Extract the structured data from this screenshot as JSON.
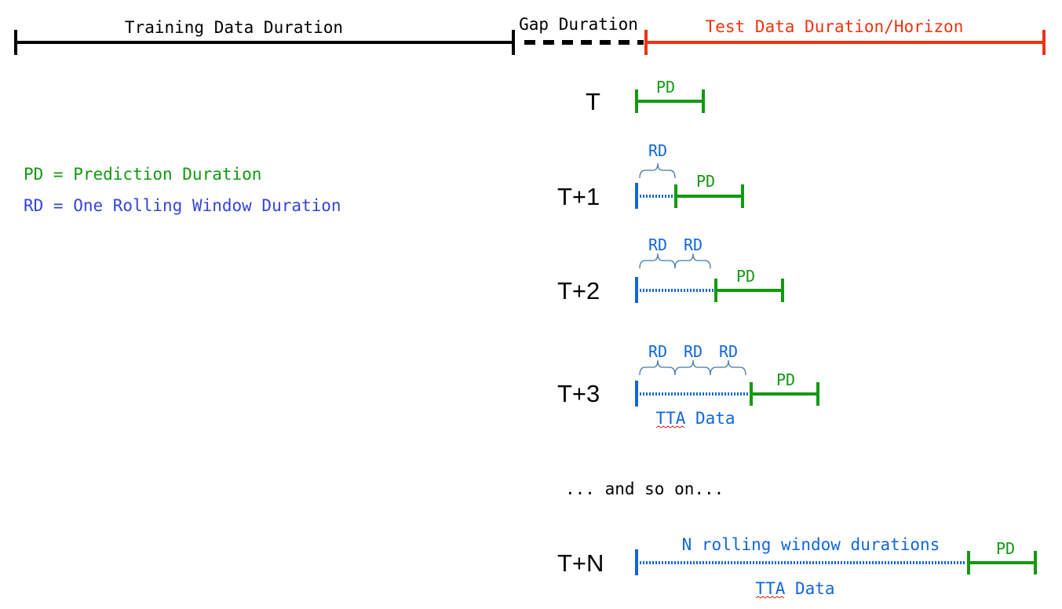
{
  "colors": {
    "black": "#000000",
    "red": "#ee3311",
    "green": "#119911",
    "blue": "#1166dd",
    "legend_blue": "#3344dd",
    "squiggle": "#dd2222"
  },
  "header": {
    "training_label": "Training Data Duration",
    "gap_label": "Gap Duration",
    "test_label": "Test Data Duration/Horizon"
  },
  "legend": {
    "pd": "PD = Prediction Duration",
    "rd": "RD = One Rolling Window Duration"
  },
  "rows": {
    "t0": {
      "label": "T",
      "pd": "PD"
    },
    "t1": {
      "label": "T+1",
      "pd": "PD",
      "rd": [
        "RD"
      ]
    },
    "t2": {
      "label": "T+2",
      "pd": "PD",
      "rd": [
        "RD",
        "RD"
      ]
    },
    "t3": {
      "label": "T+3",
      "pd": "PD",
      "rd": [
        "RD",
        "RD",
        "RD"
      ],
      "tta_label": "TTA Data"
    },
    "tn": {
      "label": "T+N",
      "pd": "PD",
      "rd_text": "N rolling window durations",
      "tta_label": "TTA Data"
    }
  },
  "and_so_on": "... and so on..."
}
